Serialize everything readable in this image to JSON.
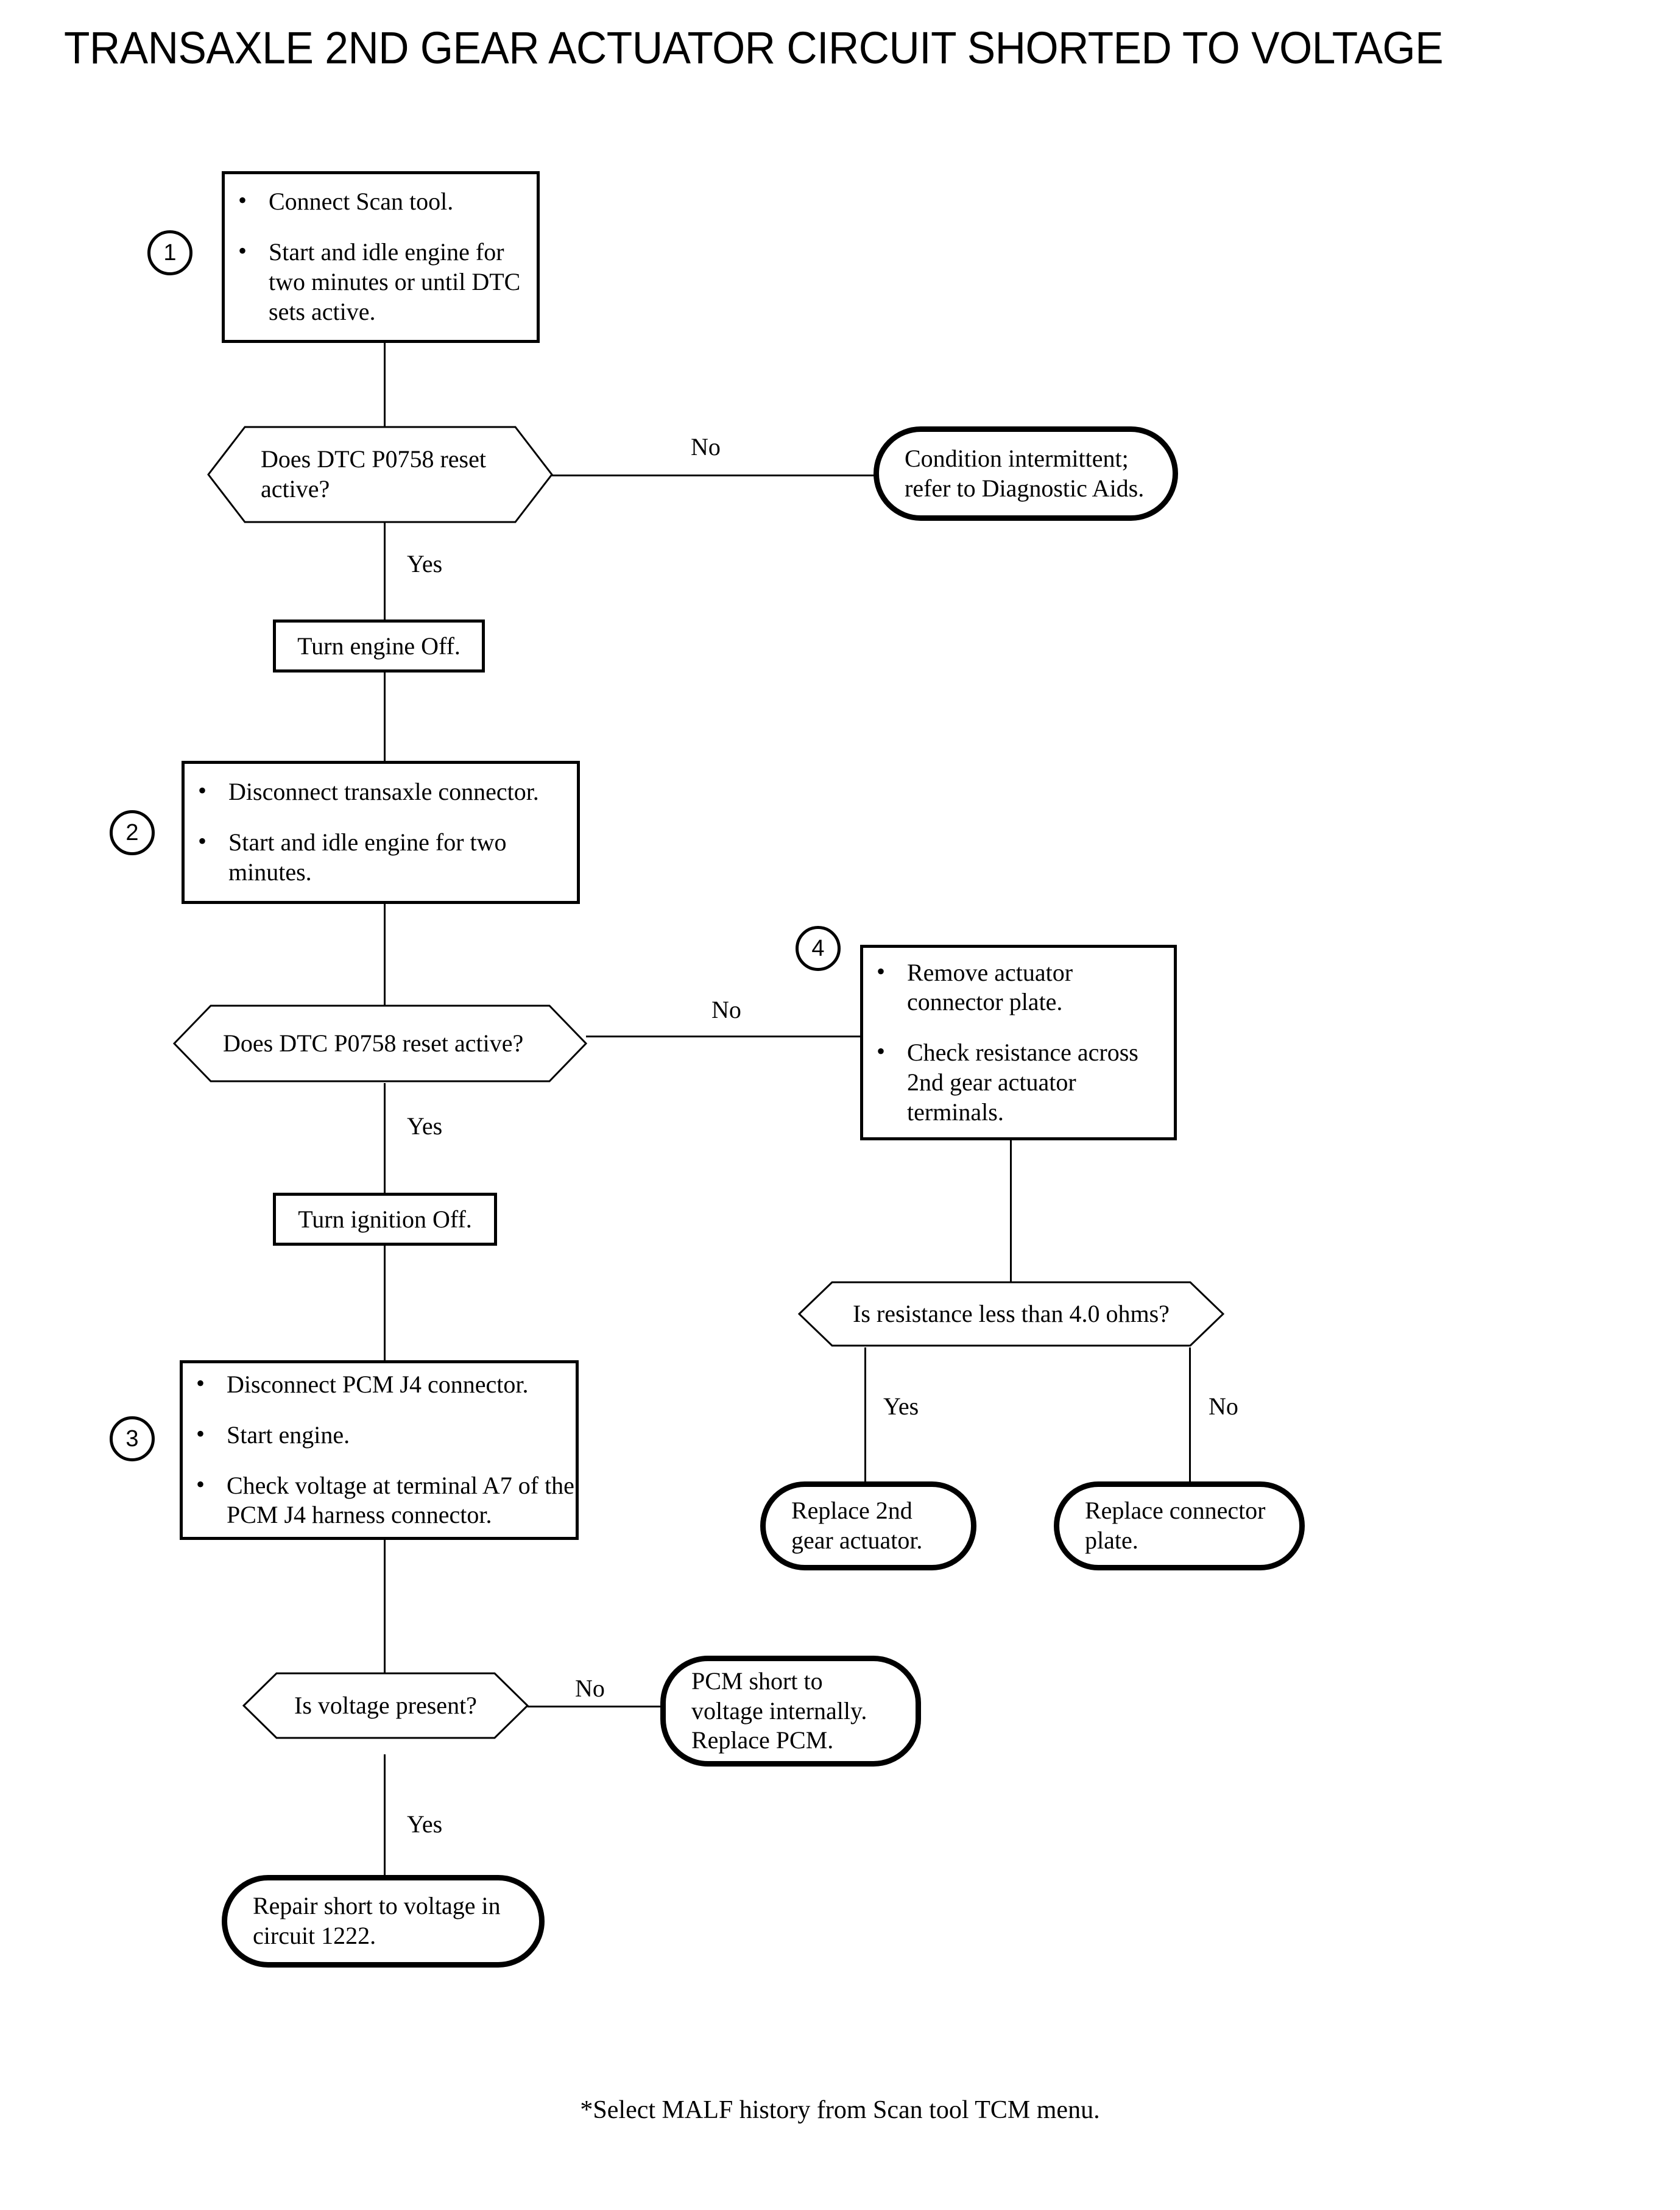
{
  "title": "TRANSAXLE 2ND GEAR ACTUATOR CIRCUIT SHORTED TO VOLTAGE",
  "footnote": "*Select MALF history from Scan tool TCM menu.",
  "steps": {
    "s1": {
      "badge": "1",
      "bullets": [
        "Connect Scan tool.",
        "Start and idle engine for two minutes or until DTC sets active."
      ]
    },
    "s2": {
      "badge": "2",
      "bullets": [
        "Disconnect transaxle connector.",
        "Start and idle engine for two minutes."
      ]
    },
    "s3": {
      "badge": "3",
      "bullets": [
        "Disconnect PCM J4 connector.",
        "Start engine.",
        "Check voltage at terminal A7 of the PCM J4 harness connector."
      ]
    },
    "s4": {
      "badge": "4",
      "bullets": [
        "Remove actuator connector plate.",
        "Check resistance across 2nd gear actuator terminals."
      ]
    }
  },
  "process": {
    "turn_engine_off": "Turn engine Off.",
    "turn_ignition_off": "Turn ignition Off."
  },
  "decisions": {
    "d1": {
      "line1": "Does DTC P0758 reset",
      "line2": "active?"
    },
    "d2": {
      "line1": "Does DTC P0758 reset active?"
    },
    "d3": {
      "line1": "Is resistance less than 4.0 ohms?"
    },
    "d4": {
      "line1": "Is voltage present?"
    }
  },
  "terminals": {
    "t_intermittent": {
      "line1": "Condition intermittent;",
      "line2": "refer to Diagnostic Aids."
    },
    "t_replace_actuator": {
      "line1": "Replace 2nd",
      "line2": "gear actuator."
    },
    "t_replace_plate": {
      "line1": "Replace connector",
      "line2": "plate."
    },
    "t_replace_pcm": {
      "line1": "PCM short to",
      "line2": "voltage internally.",
      "line3": "Replace PCM."
    },
    "t_repair_short": {
      "line1": "Repair short to voltage in",
      "line2": "circuit 1222."
    }
  },
  "branch_labels": {
    "d1_no": "No",
    "d1_yes": "Yes",
    "d2_no": "No",
    "d2_yes": "Yes",
    "d3_yes": "Yes",
    "d3_no": "No",
    "d4_no": "No",
    "d4_yes": "Yes"
  },
  "colors": {
    "ink": "#000000",
    "paper": "#ffffff"
  }
}
